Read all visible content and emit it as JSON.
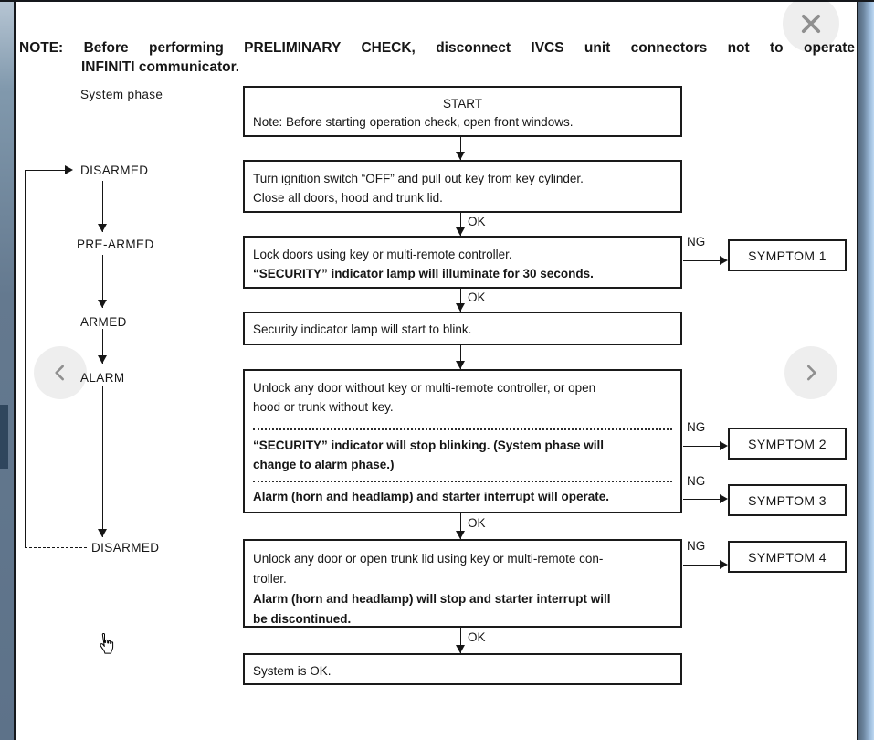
{
  "note": {
    "line1": "NOTE: Before performing PRELIMINARY CHECK, disconnect IVCS unit connectors not to operate",
    "line2": "INFINITI communicator."
  },
  "phases": {
    "header": "System phase",
    "items": [
      "DISARMED",
      "PRE-ARMED",
      "ARMED",
      "ALARM",
      "DISARMED"
    ]
  },
  "flow": {
    "start_box": {
      "title": "START",
      "note": "Note: Before starting operation check, open front windows."
    },
    "box2": {
      "lines": [
        "Turn ignition switch “OFF” and pull out key from key cylinder.",
        "Close all doors, hood and trunk lid."
      ]
    },
    "box3": {
      "normal": "Lock doors using key or multi-remote controller.",
      "bold": "“SECURITY” indicator lamp will illuminate for 30 seconds."
    },
    "box4": {
      "text": "Security indicator lamp will start to blink."
    },
    "box5": {
      "normal_lines": [
        "Unlock any door without key or multi-remote controller, or open",
        "hood or trunk without key."
      ],
      "bold1_lines": [
        "“SECURITY” indicator will stop blinking. (System phase will",
        "change to alarm phase.)"
      ],
      "bold2": "Alarm (horn and headlamp) and starter interrupt will operate."
    },
    "box6": {
      "normal_lines": [
        "Unlock any door or open trunk lid using key or multi-remote con-",
        "troller."
      ],
      "bold_lines": [
        "Alarm (horn and headlamp) will stop and starter interrupt will",
        "be discontinued."
      ]
    },
    "box7": {
      "text": "System is OK."
    },
    "ok": "OK",
    "ng": "NG",
    "symptoms": [
      "SYMPTOM 1",
      "SYMPTOM 2",
      "SYMPTOM 3",
      "SYMPTOM 4"
    ]
  },
  "colors": {
    "ink": "#161616",
    "panel_bg": "#ffffff",
    "left_strip_top": "#b7c6d4",
    "left_strip_bottom": "#5d7289",
    "right_strip_inner": "#55697e",
    "right_strip_edge": "#bdd8f2",
    "control_circle": "#ededed",
    "control_glyph": "#8f8f8f"
  }
}
